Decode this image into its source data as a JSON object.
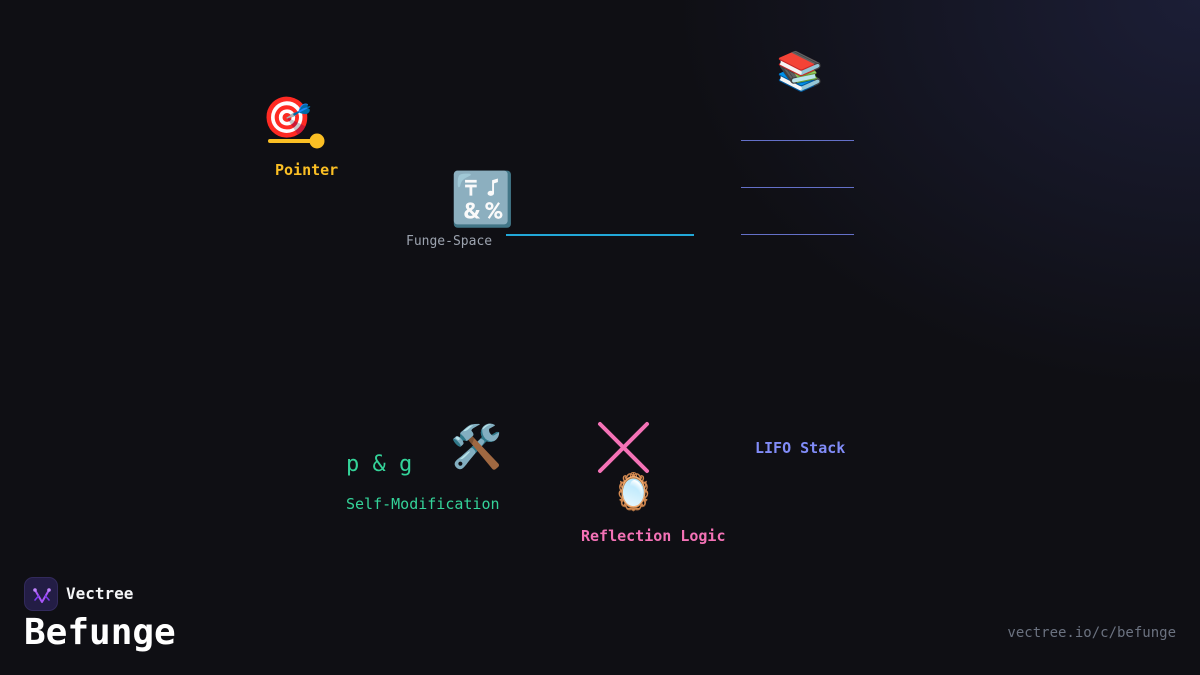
{
  "diagram": {
    "pointer": {
      "icon": "🎯",
      "icon_name": "target-icon",
      "label": "Pointer",
      "color": "#fbbf24"
    },
    "funge_space": {
      "icon": "🔣",
      "icon_name": "symbols-icon",
      "label": "Funge-Space",
      "line_color": "#22a8d8"
    },
    "stack": {
      "icon": "📚",
      "icon_name": "books-icon",
      "label": "LIFO Stack",
      "color": "#818cf8",
      "line_color": "#6470c8"
    },
    "self_modification": {
      "icon": "🛠️",
      "icon_name": "tools-icon",
      "code": "p & g",
      "label": "Self-Modification",
      "color": "#34d399"
    },
    "reflection": {
      "icon": "🪞",
      "icon_name": "mirror-icon",
      "cross_icon_name": "cross-icon",
      "label": "Reflection Logic",
      "color": "#f472b6"
    }
  },
  "brand": {
    "name": "Vectree",
    "logo_icon_name": "vectree-logo-icon",
    "accent": "#a855f7"
  },
  "page": {
    "title": "Befunge",
    "url": "vectree.io/c/befunge"
  }
}
